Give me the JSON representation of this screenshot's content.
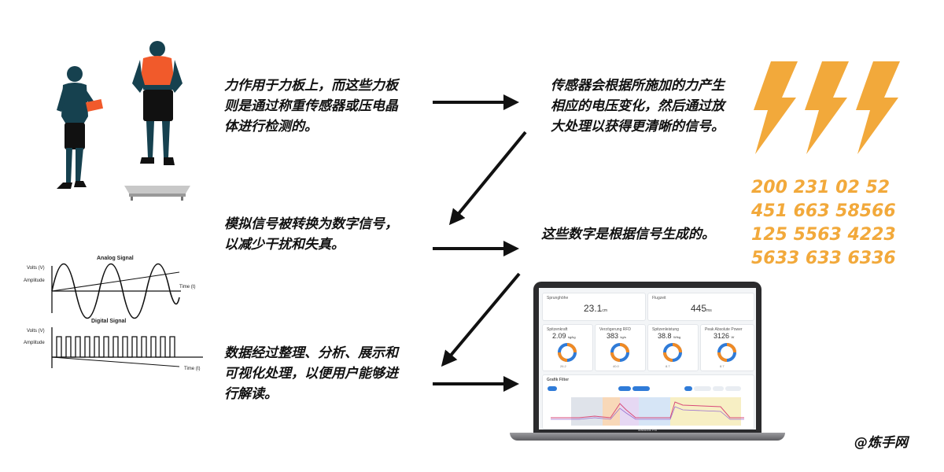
{
  "steps": {
    "step1": [
      "力作用于力板上，而这些力板",
      "则是通过称重传感器或压电晶",
      "体进行检测的。"
    ],
    "step2": [
      "传感器会根据所施加的力产生",
      "相应的电压变化，然后通过放",
      "大处理以获得更清晰的信号。"
    ],
    "step3": [
      "模拟信号被转换为数字信号，",
      "以减少干扰和失真。"
    ],
    "step4": [
      "这些数字是根据信号生成的。"
    ],
    "step5": [
      "数据经过整理、分析、展示和",
      "可视化处理，以便用户能够进",
      "行解读。"
    ]
  },
  "numbers": [
    "200 231 02 52",
    "451 663 58566",
    "125 5563 4223",
    "5633 633 6336"
  ],
  "signals": {
    "analog_title": "Analog Signal",
    "digital_title": "Digital Signal",
    "time_label": "Time (t)",
    "amplitude_label": "Amplitude",
    "volts_label": "Volts (V)"
  },
  "dashboard": {
    "top_cards": [
      {
        "label": "Sprunghöhe",
        "value": "23.1",
        "unit": "cm"
      },
      {
        "label": "Flugzeit",
        "value": "445",
        "unit": "ms"
      }
    ],
    "metric_cards": [
      {
        "label": "Spitzenkraft",
        "value": "2.09",
        "unit": "kg/kg",
        "sub": "26.2"
      },
      {
        "label": "Verzögerung RFD",
        "value": "383",
        "unit": "kg/s",
        "sub": "40.0"
      },
      {
        "label": "Spitzenleistung",
        "value": "38.8",
        "unit": "W/kg",
        "sub": "8.7"
      },
      {
        "label": "Peak Absolute Power",
        "value": "3126",
        "unit": "W",
        "sub": "8.7"
      }
    ],
    "filter_title": "Grafik Filter",
    "laptop_brand": "MacBook Pro",
    "colors": {
      "blue": "#2f7bd8",
      "orange": "#f08a24",
      "purple": "#b58ee0",
      "yellow": "#f5e6a0",
      "lightblue": "#a9c9ee"
    }
  },
  "watermark": "@炼手网",
  "colors": {
    "lightning": "#f2a93b",
    "figure": "#16414f",
    "shirt": "#f15a2b"
  }
}
